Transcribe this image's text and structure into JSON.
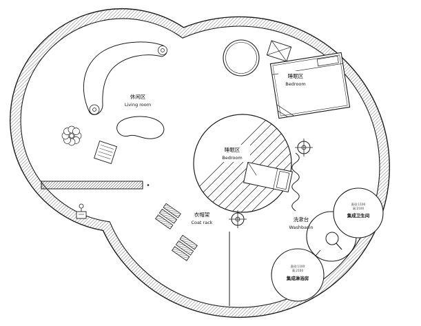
{
  "labels": {
    "living": {
      "zh": "休闲区",
      "en": "Living room"
    },
    "bedroom_top": {
      "zh": "睡眠区",
      "en": "Bedroom"
    },
    "bedroom_center": {
      "zh": "睡眠区",
      "en": "Bedroom"
    },
    "coat_rack": {
      "zh": "衣帽架",
      "en": "Coat rack"
    },
    "washbasin": {
      "zh": "洗漱台",
      "en": "Washbasin"
    },
    "bathroom": {
      "dims": [
        "直径:1100",
        "高:2100"
      ],
      "name": "集成卫生间"
    },
    "shower": {
      "dims": [
        "直径:1100",
        "高:2100"
      ],
      "name": "集成淋浴房"
    }
  },
  "colors": {
    "wall": "#1a1a1a",
    "hatch": "#888888",
    "background": "#ffffff"
  },
  "drawing_type": "circular-house-floor-plan"
}
